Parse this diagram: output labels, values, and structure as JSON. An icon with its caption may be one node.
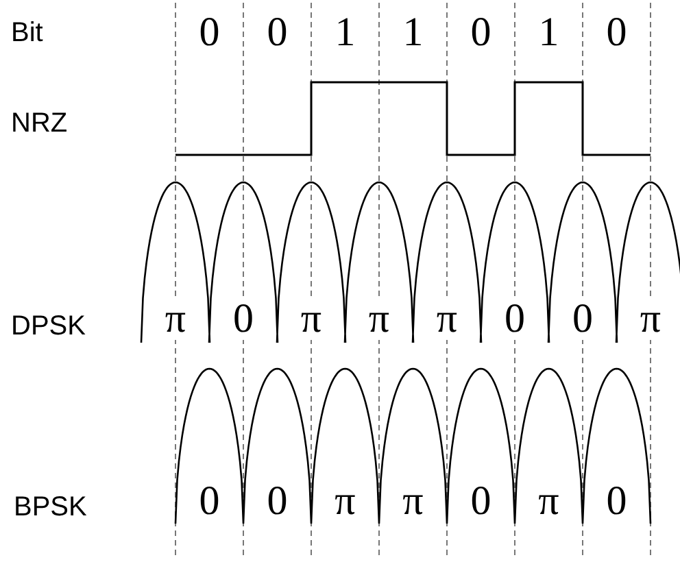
{
  "diagram": {
    "labels": [
      "Bit",
      "0",
      "0",
      "1",
      "1",
      "0",
      "1",
      "0",
      "NRZ",
      "DPSK",
      "π",
      "0",
      "π",
      "π",
      "π",
      "0",
      "0",
      "π",
      "BPSK",
      "0",
      "0",
      "π",
      "π",
      "0",
      "π",
      "0"
    ]
  }
}
